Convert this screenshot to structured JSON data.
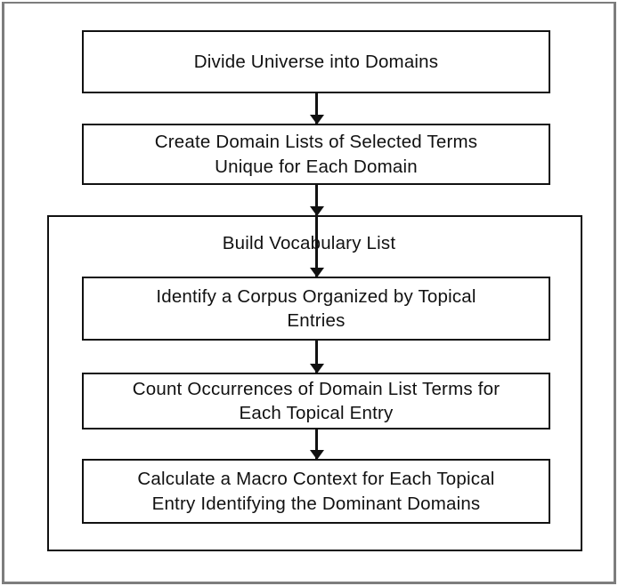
{
  "figure": {
    "type": "flowchart",
    "orientation": "top-to-bottom",
    "background_color": "#ffffff",
    "line_color": "#111111",
    "frame_color": "#7d7d7d"
  },
  "nodes": [
    {
      "id": "divide-universe",
      "label": "Divide Universe into Domains",
      "shape": "rectangle"
    },
    {
      "id": "create-domain-lists",
      "label": "Create Domain Lists of Selected Terms\nUnique for Each Domain",
      "shape": "rectangle"
    },
    {
      "id": "identify-corpus",
      "label": "Identify a Corpus Organized by Topical\nEntries",
      "shape": "rectangle"
    },
    {
      "id": "count-occurrences",
      "label": "Count Occurrences of Domain List Terms for\nEach Topical Entry",
      "shape": "rectangle"
    },
    {
      "id": "calculate-macro-context",
      "label": "Calculate a Macro Context for Each Topical\nEntry Identifying the Dominant Domains",
      "shape": "rectangle"
    }
  ],
  "group": {
    "id": "build-vocabulary-list",
    "title": "Build Vocabulary List",
    "contains": [
      "identify-corpus",
      "count-occurrences",
      "calculate-macro-context"
    ]
  },
  "edges": [
    {
      "id": "edge-1",
      "from": "divide-universe",
      "to": "create-domain-lists",
      "arrowhead": "solid-triangle"
    },
    {
      "id": "edge-2",
      "from": "create-domain-lists",
      "to": "build-vocabulary-list",
      "arrowhead": "solid-triangle"
    },
    {
      "id": "edge-3",
      "from": "build-vocabulary-list",
      "to": "identify-corpus",
      "arrowhead": "solid-triangle"
    },
    {
      "id": "edge-4",
      "from": "identify-corpus",
      "to": "count-occurrences",
      "arrowhead": "solid-triangle"
    },
    {
      "id": "edge-5",
      "from": "count-occurrences",
      "to": "calculate-macro-context",
      "arrowhead": "solid-triangle"
    }
  ]
}
